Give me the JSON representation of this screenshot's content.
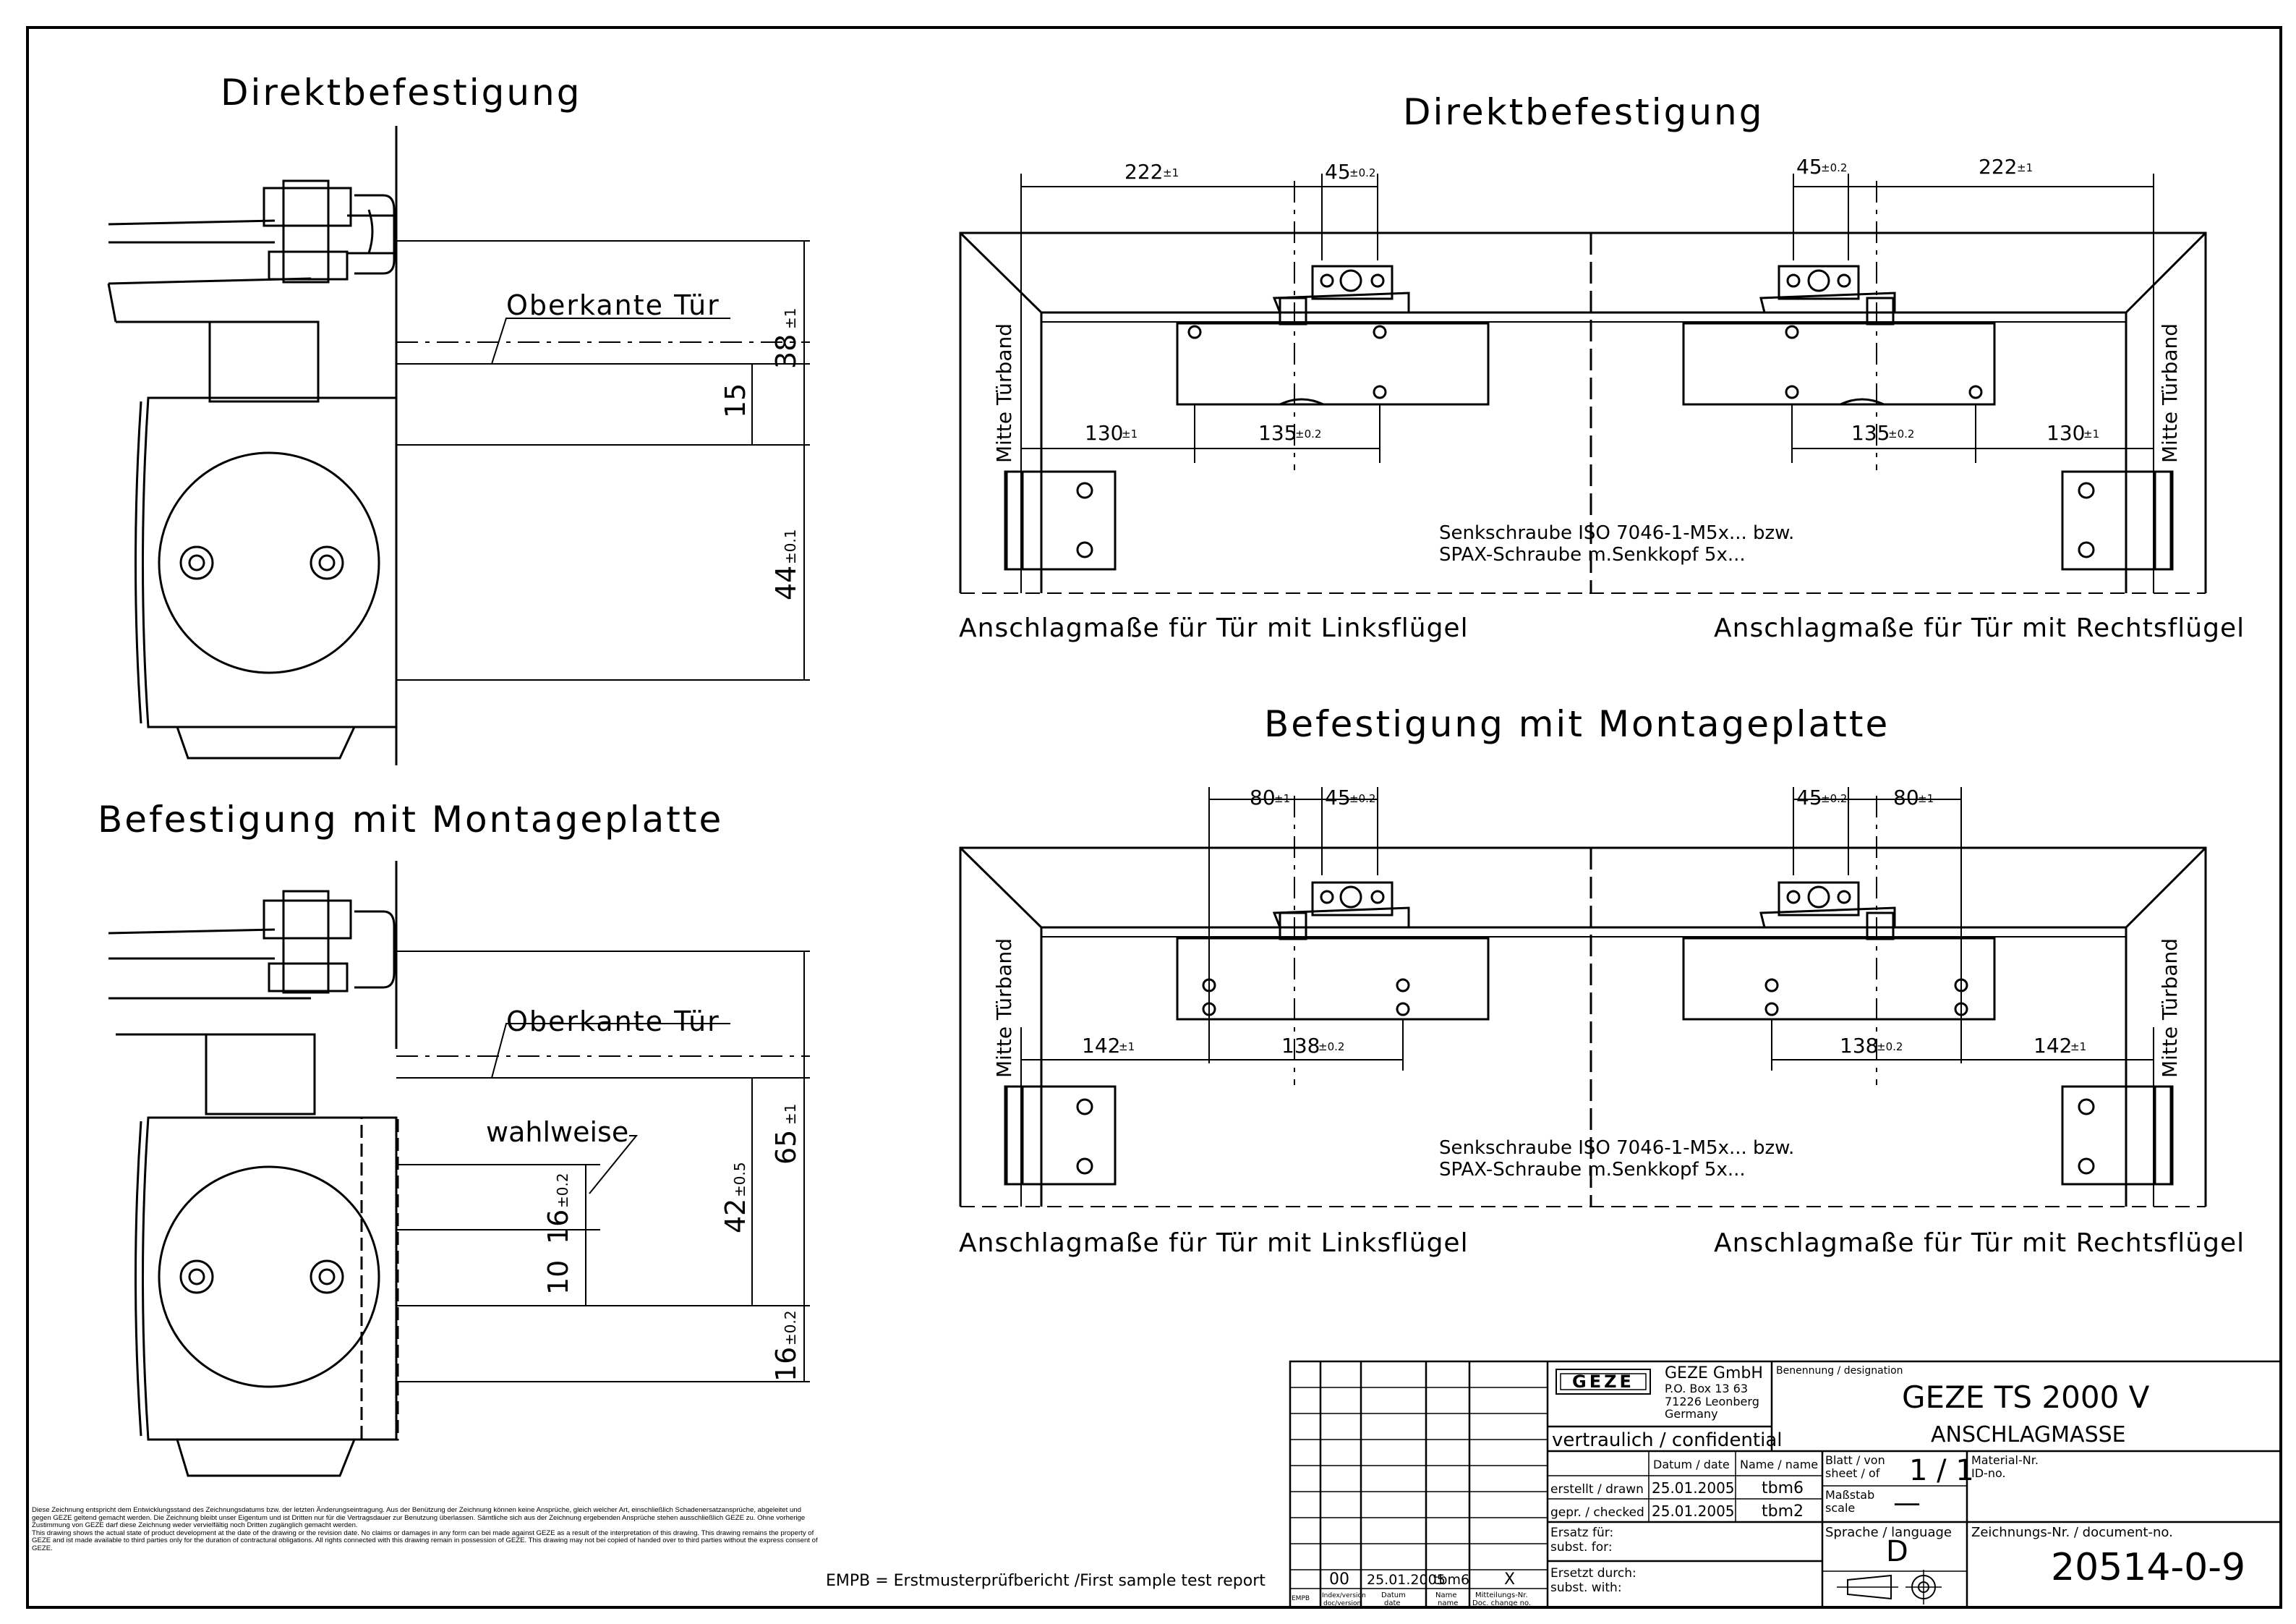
{
  "left_views": {
    "top_title": "Direktbefestigung",
    "bottom_title": "Befestigung mit Montageplatte",
    "top_door_edge_label": "Oberkante Tür",
    "bottom_door_edge_label": "Oberkante Tür",
    "optional_label": "wahlweise",
    "top_dimensions": {
      "d38": "38",
      "d38_tol": "±1",
      "d15": "15",
      "d44": "44",
      "d44_tol": "±0.1"
    },
    "bottom_dimensions": {
      "d65": "65",
      "d65_tol": "±1",
      "d42": "42",
      "d42_tol": "±0.5",
      "d16a": "16",
      "d16a_tol": "±0.2",
      "d10": "10",
      "d16b": "16",
      "d16b_tol": "±0.2"
    }
  },
  "right_views": {
    "top_title": "Direktbefestigung",
    "bottom_title": "Befestigung mit Montageplatte",
    "hinge_label": "Mitte Türband",
    "screw_note_line1": "Senkschraube ISO 7046-1-M5x... bzw.",
    "screw_note_line2": "SPAX-Schraube m.Senkkopf 5x...",
    "caption_left": "Anschlagmaße für Tür mit Linksflügel",
    "caption_right": "Anschlagmaße für Tür mit Rechtsflügel",
    "top_dims": {
      "d222": "222",
      "d222_tol": "±1",
      "d45": "45",
      "d45_tol": "±0.2",
      "d130": "130",
      "d130_tol": "±1",
      "d135": "135",
      "d135_tol": "±0.2"
    },
    "bottom_dims": {
      "d80": "80",
      "d80_tol": "±1",
      "d45": "45",
      "d45_tol": "±0.2",
      "d142": "142",
      "d142_tol": "±1",
      "d138": "138",
      "d138_tol": "±0.2"
    }
  },
  "disclaimer": {
    "german": "Diese Zeichnung entspricht dem Entwicklungsstand des Zeichnungsdatums bzw. der letzten Änderungseintragung. Aus der Benützung der Zeichnung können keine Ansprüche, gleich welcher Art, einschließlich Schadenersatzansprüche, abgeleitet und gegen GEZE geltend gemacht werden. Die Zeichnung bleibt unser Eigentum und ist Dritten nur für die Vertragsdauer zur Benutzung überlassen. Sämtliche sich aus der Zeichnung ergebenden Ansprüche stehen ausschließlich GEZE zu. Ohne vorherige Zustimmung von GEZE darf diese Zeichnung weder vervielfältig noch Dritten zugänglich gemacht werden.",
    "english": "This drawing shows the actual state of product development at the date of the drawing or the revision date. No claims or damages in any form can bei made against GEZE as a result of the interpretation of this drawing. This drawing remains the property of GEZE and ist made available to third parties only for the duration of contractural obligations. All rights connected with this drawing remain in possession of GEZE. This drawing may not bei copied of handed over to third parties without the express consent of GEZE."
  },
  "empb_note": "EMPB = Erstmusterprüfbericht /First sample test report",
  "title_block": {
    "revision": {
      "index": "00",
      "date": "25.01.2005",
      "name": "tbm6",
      "mark": "X"
    },
    "revision_headers": {
      "empb": "EMPB",
      "index": "Index/version",
      "index_en": "doc/version",
      "date": "Datum",
      "date_en": "date",
      "name": "Name",
      "name_en": "name",
      "change": "Mitteilungs-Nr.",
      "change_en": "Doc. change no."
    },
    "company": {
      "logo": "GEZE",
      "name": "GEZE GmbH",
      "address1": "P.O. Box 13 63",
      "address2": "71226 Leonberg",
      "country": "Germany"
    },
    "confidential": "vertraulich / confidential",
    "designation_label": "Benennung / designation",
    "designation_line1": "GEZE TS 2000 V",
    "designation_line2": "ANSCHLAGMASSE",
    "date_name_header": {
      "date": "Datum / date",
      "name": "Name / name"
    },
    "drawn": {
      "label": "erstellt / drawn",
      "date": "25.01.2005",
      "name": "tbm6"
    },
    "checked": {
      "label": "gepr. / checked",
      "date": "25.01.2005",
      "name": "tbm2"
    },
    "replacement_for": {
      "de": "Ersatz für:",
      "en": "subst. for:"
    },
    "replaced_by": {
      "de": "Ersetzt durch:",
      "en": "subst. with:"
    },
    "sheet": {
      "label_de": "Blatt / von",
      "label_en": "sheet / of",
      "value": "1 / 1"
    },
    "scale": {
      "label_de": "Maßstab",
      "label_en": "scale",
      "value": "—"
    },
    "language": {
      "label": "Sprache / language",
      "value": "D"
    },
    "material": {
      "label_de": "Material-Nr.",
      "label_en": "ID-no."
    },
    "document": {
      "label": "Zeichnungs-Nr. / document-no.",
      "value": "20514-0-9"
    }
  },
  "icons": [
    "projection-symbol-icon",
    "geze-logo-icon"
  ]
}
